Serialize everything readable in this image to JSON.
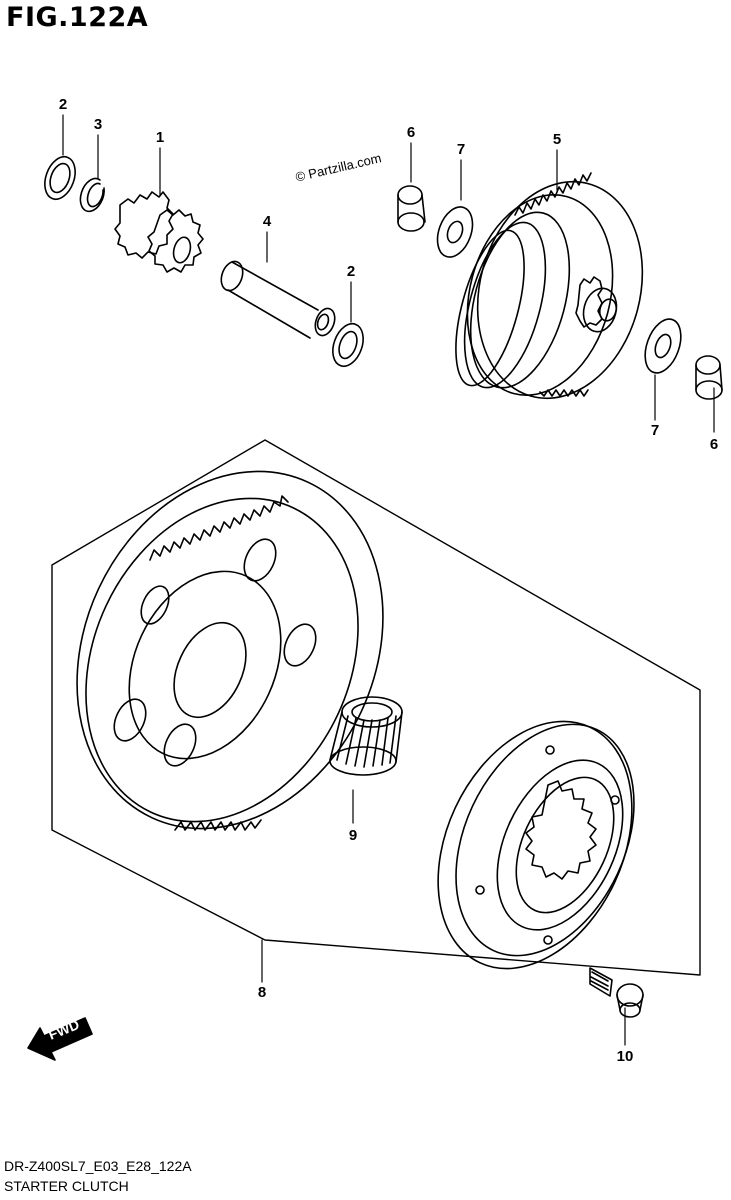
{
  "figure": {
    "title": "FIG.122A",
    "diagram_code": "DR-Z400SL7_E03_E28_122A",
    "diagram_title": "STARTER CLUTCH",
    "watermark": "© Partzilla.com",
    "fwd_label": "FWD"
  },
  "callouts": {
    "c1": "1",
    "c2a": "2",
    "c2b": "2",
    "c3": "3",
    "c4": "4",
    "c5": "5",
    "c6a": "6",
    "c6b": "6",
    "c7a": "7",
    "c7b": "7",
    "c8": "8",
    "c9": "9",
    "c10": "10"
  }
}
